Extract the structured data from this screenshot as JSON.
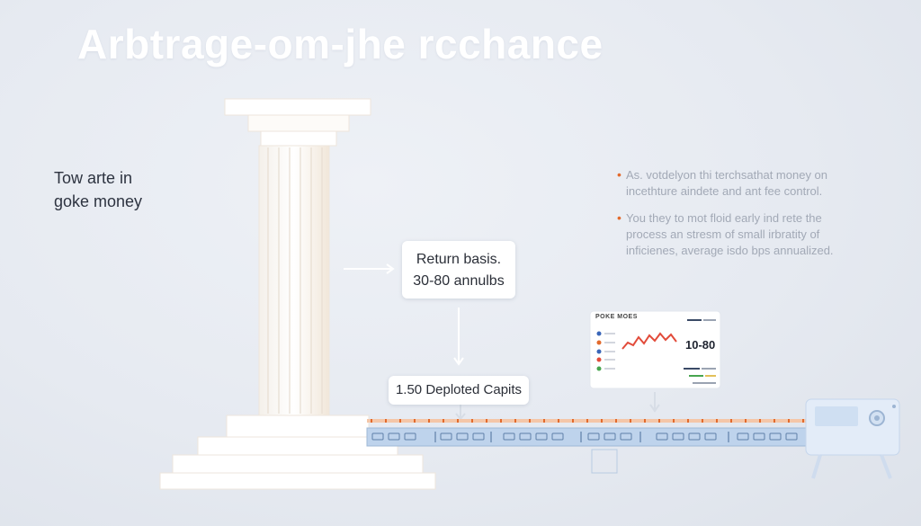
{
  "title": "Arbtrage-om-jhe rcchance",
  "left_caption": {
    "line1": "Tow arte in",
    "line2": "goke money"
  },
  "return_box": {
    "line1": "Return basis.",
    "line2": "30-80 annulbs"
  },
  "deploy_box": {
    "label": "1.50 Deploted Capits"
  },
  "notes": [
    {
      "line1": "As. votdelyon thi terchsathat money on",
      "line2": "incethture aindete and ant fee control."
    },
    {
      "line1": "You they to mot floid early ind rete the",
      "line2": "process an stresm of small irbratity of",
      "line3": "inficienes, average isdo bps annualized."
    }
  ],
  "card": {
    "title": "POKE MOES",
    "value": "10-80"
  },
  "colors": {
    "accent": "#e26a2c",
    "pipeline": "#b9d0ea",
    "background": "#e6eaf1"
  }
}
